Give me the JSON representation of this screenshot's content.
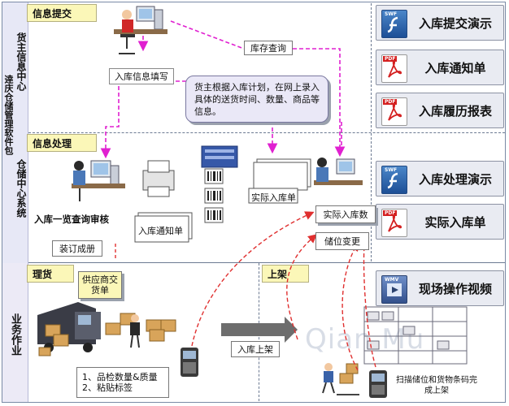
{
  "vertical_labels": {
    "outer_top": "逹庆仓储管理软件包",
    "owner_center": "货主信息中心",
    "warehouse_center": "仓储中心系统",
    "operations": "业务作业"
  },
  "sections": {
    "info_submit": "信息提交",
    "info_process": "信息处理",
    "goods_sorting": "理货",
    "shelving": "上架"
  },
  "labels": {
    "inbound_info_fill": "入库信息填写",
    "inventory_query": "库存查询",
    "owner_callout": "货主根据入库计划，在网上录入具体的送货时间、数量、商品等信息。",
    "inbound_list_review": "入库一览查询审核",
    "inbound_notice": "入库通知单",
    "actual_inbound_sheet": "实际入库单",
    "actual_inbound_count": "实际入库数",
    "location_change": "储位变更",
    "binding_booklet": "装订成册",
    "supplier_delivery": "供应商交货单",
    "inbound_shelving": "入库上架",
    "check_steps_line1": "1、品检数量&质量",
    "check_steps_line2": "2、粘贴标签",
    "scan_caption": "扫描储位和货物条码完成上架",
    "watermark": "Qian Mu"
  },
  "buttons": [
    {
      "label": "入库提交演示",
      "icon": "flash-icon",
      "tag": "SWF"
    },
    {
      "label": "入库通知单",
      "icon": "pdf-icon",
      "tag": "PDF"
    },
    {
      "label": "入库履历报表",
      "icon": "pdf-icon",
      "tag": "PDF"
    },
    {
      "label": "入库处理演示",
      "icon": "flash-icon",
      "tag": "SWF"
    },
    {
      "label": "实际入库单",
      "icon": "pdf-icon",
      "tag": "PDF"
    },
    {
      "label": "现场操作视频",
      "icon": "wmv-video-icon",
      "tag": "WMV"
    }
  ],
  "colors": {
    "section_fill": "#fbf7b8",
    "flow_magenta": "#e020d0",
    "flow_red": "#e03030",
    "callout_fill": "#eae8f7",
    "button_fill": "#e9ebf2",
    "pdf_red": "#d42020",
    "flash_blue": "#2a5fa8"
  }
}
